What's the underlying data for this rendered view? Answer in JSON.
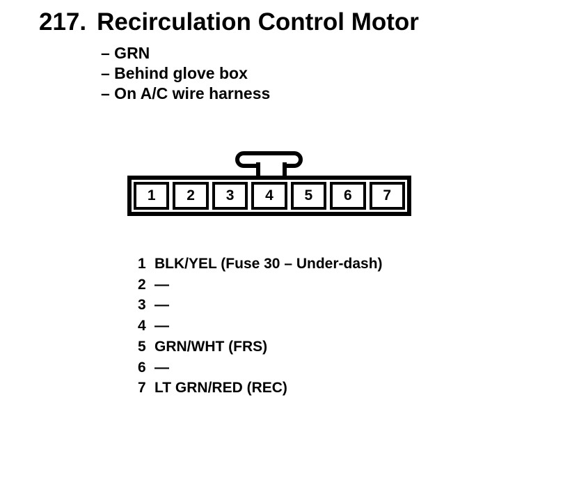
{
  "page": {
    "background_color": "#ffffff",
    "ink_color": "#000000"
  },
  "heading": {
    "number": "217.",
    "title": "Recirculation Control Motor"
  },
  "notes": {
    "items": [
      "– GRN",
      "– Behind glove box",
      "– On A/C wire harness"
    ]
  },
  "connector": {
    "cells": [
      "1",
      "2",
      "3",
      "4",
      "5",
      "6",
      "7"
    ]
  },
  "pinout": {
    "rows": [
      {
        "pin": "1",
        "label": "BLK/YEL (Fuse 30 – Under-dash)"
      },
      {
        "pin": "2",
        "label": "—"
      },
      {
        "pin": "3",
        "label": "—"
      },
      {
        "pin": "4",
        "label": "—"
      },
      {
        "pin": "5",
        "label": "GRN/WHT (FRS)"
      },
      {
        "pin": "6",
        "label": "—"
      },
      {
        "pin": "7",
        "label": "LT GRN/RED (REC)"
      }
    ]
  }
}
